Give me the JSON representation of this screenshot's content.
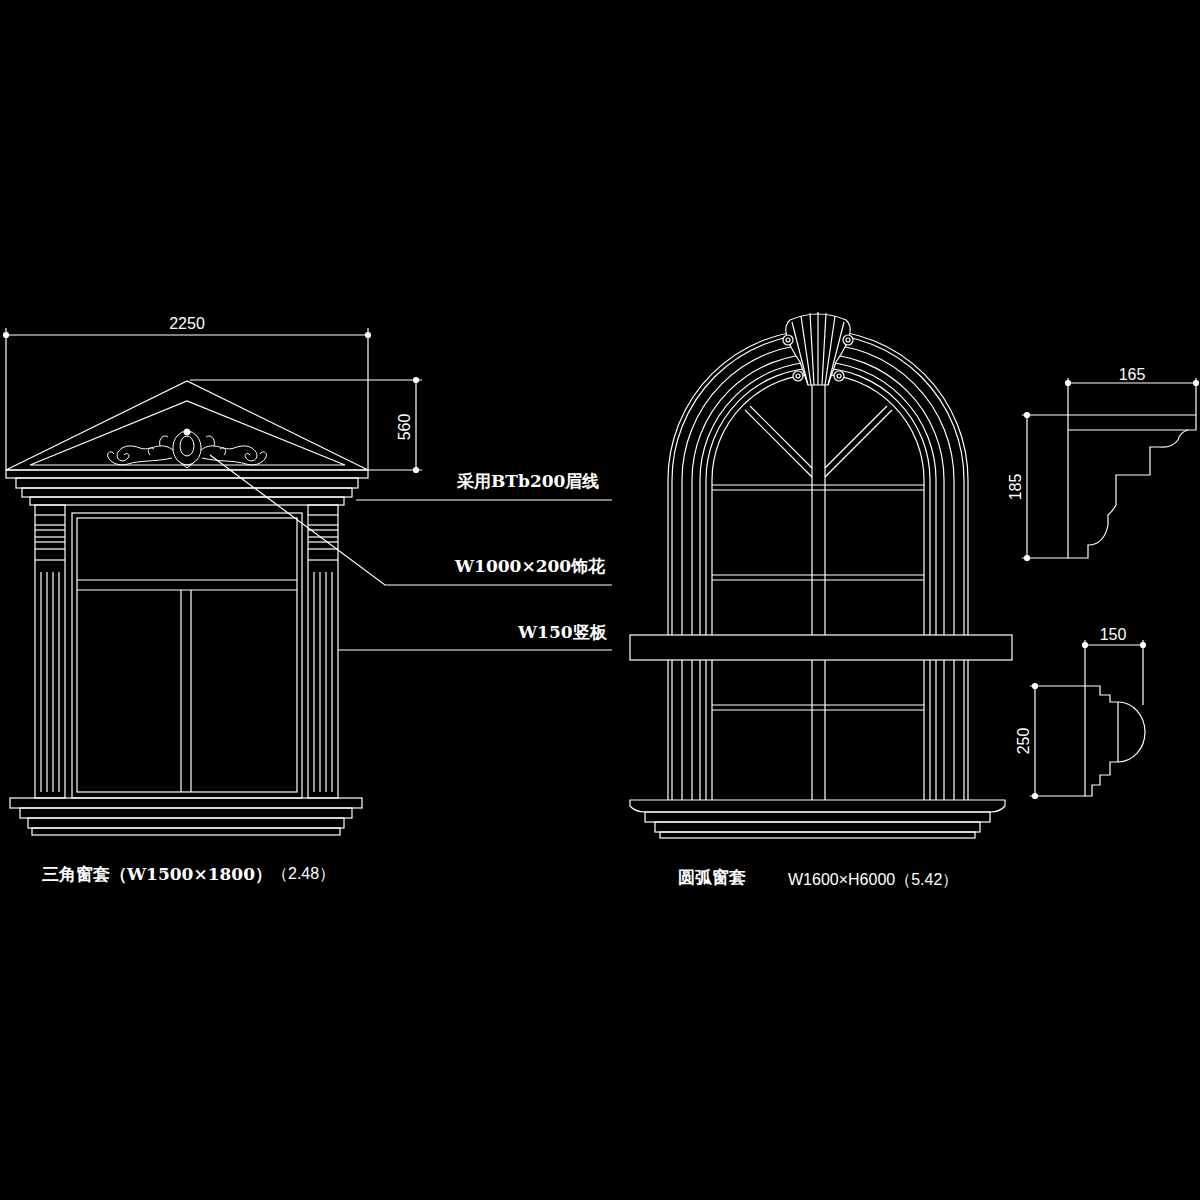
{
  "diagram": {
    "labels": [
      "2250",
      "560",
      "采用BTb200眉线",
      "W1000×200饰花",
      "W150竖板",
      "三角窗套（W1500×1800）",
      "（2.48）",
      "圆弧窗套",
      "W1600×H6000（5.42）",
      "165",
      "185",
      "150",
      "250"
    ]
  }
}
